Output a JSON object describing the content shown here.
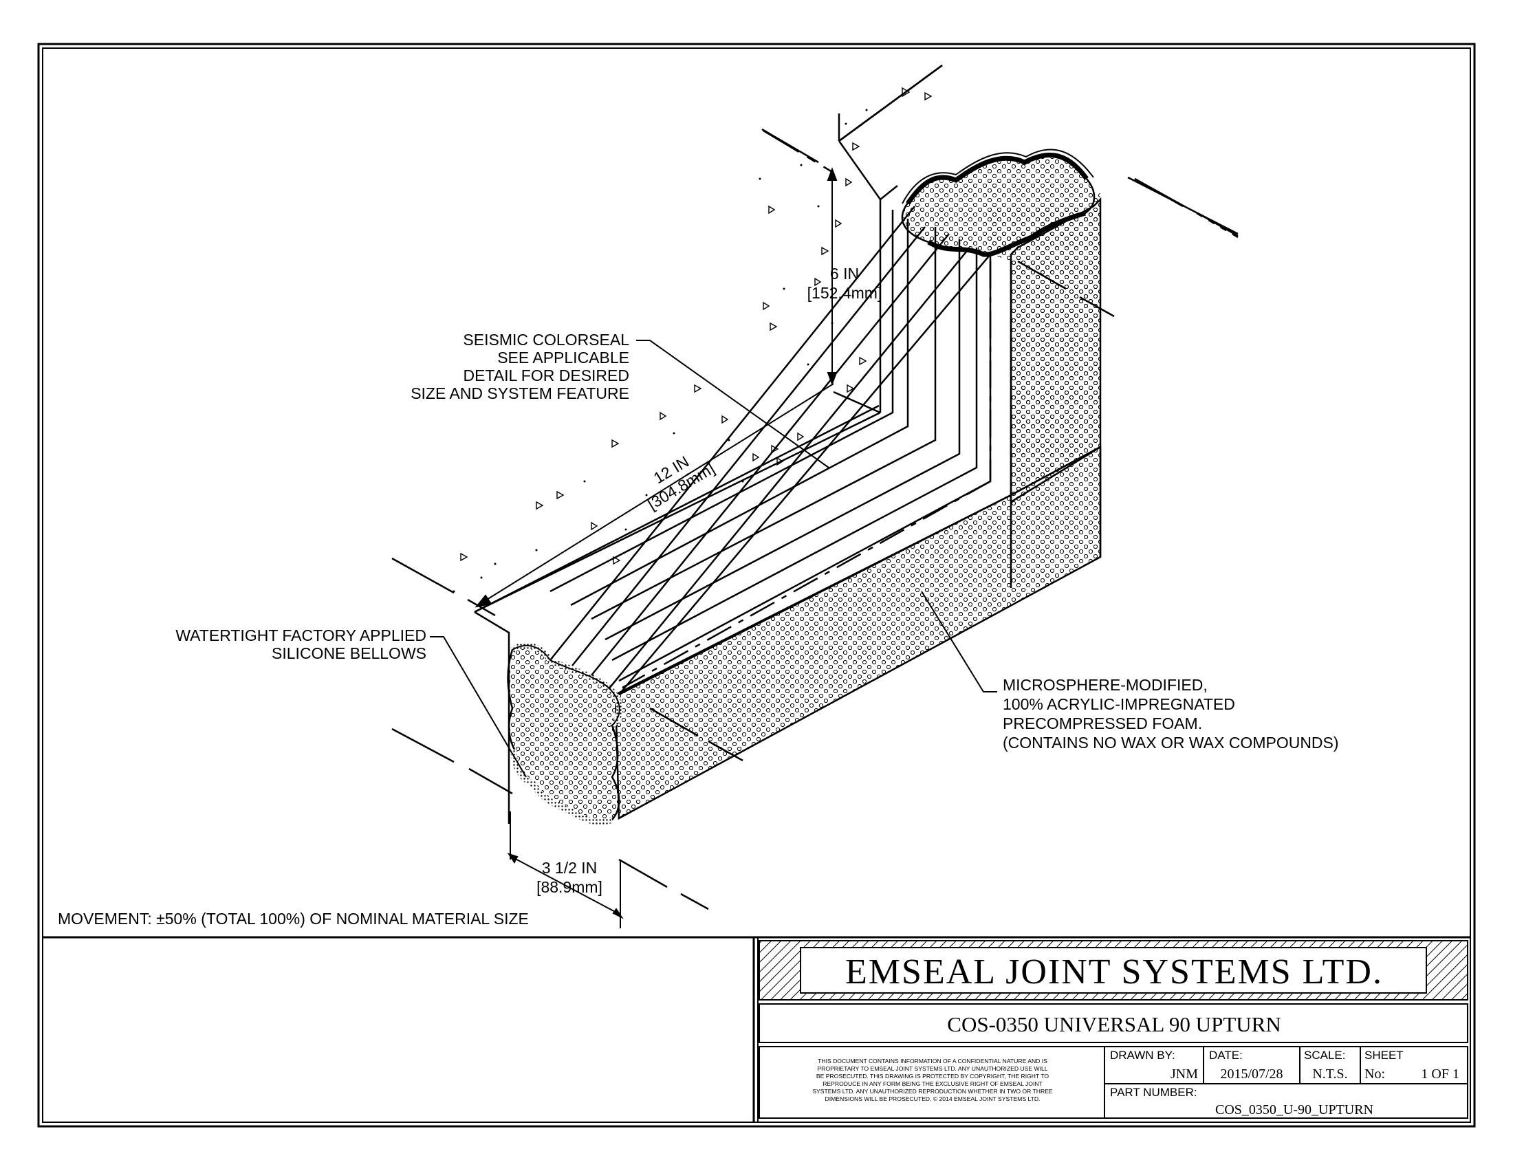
{
  "labels": {
    "seismic": [
      "SEISMIC COLORSEAL",
      "SEE APPLICABLE",
      "DETAIL FOR DESIRED",
      "SIZE AND SYSTEM FEATURE"
    ],
    "bellows": [
      "WATERTIGHT FACTORY APPLIED",
      "SILICONE BELLOWS"
    ],
    "foam": [
      "MICROSPHERE-MODIFIED,",
      "100% ACRYLIC-IMPREGNATED",
      "PRECOMPRESSED FOAM.",
      "(CONTAINS NO WAX OR WAX COMPOUNDS)"
    ],
    "movement": "MOVEMENT: ±50% (TOTAL 100%) OF NOMINAL MATERIAL SIZE"
  },
  "dimensions": {
    "height": [
      "6 IN",
      "[152.4mm]"
    ],
    "length": [
      "12 IN",
      "[304.8mm]"
    ],
    "width": [
      "3 1/2 IN",
      "[88.9mm]"
    ]
  },
  "title_block": {
    "company": "EMSEAL JOINT SYSTEMS LTD.",
    "title": "COS-0350 UNIVERSAL 90 UPTURN",
    "notice": [
      "THIS DOCUMENT CONTAINS INFORMATION OF A CONFIDENTIAL NATURE AND IS",
      "PROPRIETARY TO EMSEAL JOINT SYSTEMS LTD. ANY UNAUTHORIZED USE WILL",
      "BE PROSECUTED. THIS DRAWING IS PROTECTED BY COPYRIGHT, THE RIGHT TO",
      "REPRODUCE IN ANY FORM BEING THE EXCLUSIVE RIGHT OF EMSEAL JOINT",
      "SYSTEMS LTD. ANY UNAUTHORIZED REPRODUCTION WHETHER IN TWO OR THREE",
      "DIMENSIONS WILL BE PROSECUTED. © 2014 EMSEAL JOINT SYSTEMS LTD."
    ],
    "drawn_by_label": "DRAWN BY:",
    "drawn_by": "JNM",
    "date_label": "DATE:",
    "date": "2015/07/28",
    "scale_label": "SCALE:",
    "scale": "N.T.S.",
    "sheet_label": "SHEET",
    "sheet_no_label": "No:",
    "sheet": "1 OF 1",
    "part_number_label": "PART NUMBER:",
    "part_number": "COS_0350_U-90_UPTURN"
  }
}
